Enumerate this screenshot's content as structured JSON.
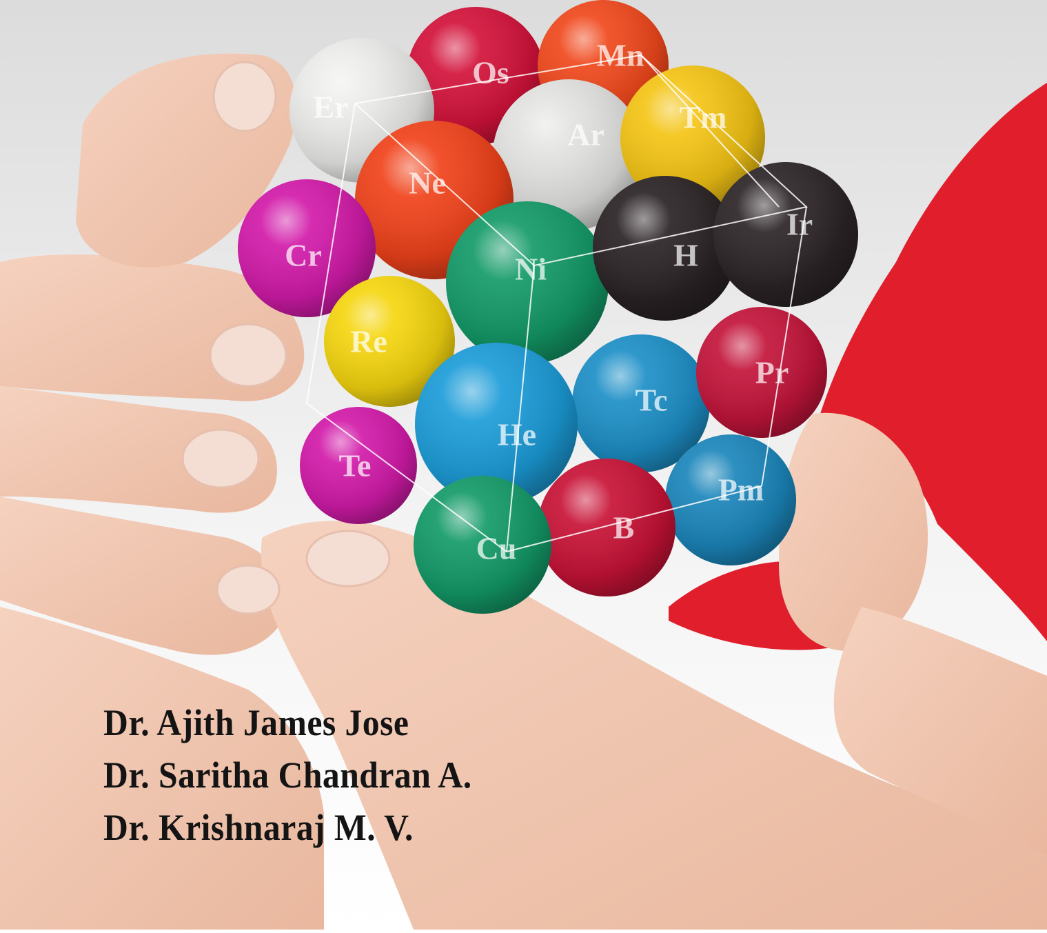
{
  "cover": {
    "elements": [
      "Os",
      "Mn",
      "Er",
      "Ar",
      "Tm",
      "Ne",
      "Cr",
      "Ni",
      "H",
      "Ir",
      "Re",
      "Tc",
      "Pr",
      "He",
      "Te",
      "Pm",
      "B",
      "Cu"
    ],
    "ball_colors": {
      "Os": "#d3123a",
      "Mn": "#f0481c",
      "Er": "#ececea",
      "Ar": "#e2e2e0",
      "Tm": "#f4c414",
      "Ne": "#f0421a",
      "Cr": "#d21aa9",
      "Ni": "#139a68",
      "H": "#2a2224",
      "Ir": "#2c2426",
      "Re": "#f5d60f",
      "Tc": "#1d8fc7",
      "Pr": "#c3143a",
      "He": "#1b9cd8",
      "Te": "#d21aa9",
      "Pm": "#1b86bb",
      "B": "#c81236",
      "Cu": "#139a68"
    },
    "shirt_color": "#e01e2c",
    "skin_color": "#f1c8b2",
    "authors": [
      "Dr. Ajith James Jose",
      "Dr. Saritha Chandran A.",
      "Dr. Krishnaraj M. V."
    ]
  }
}
